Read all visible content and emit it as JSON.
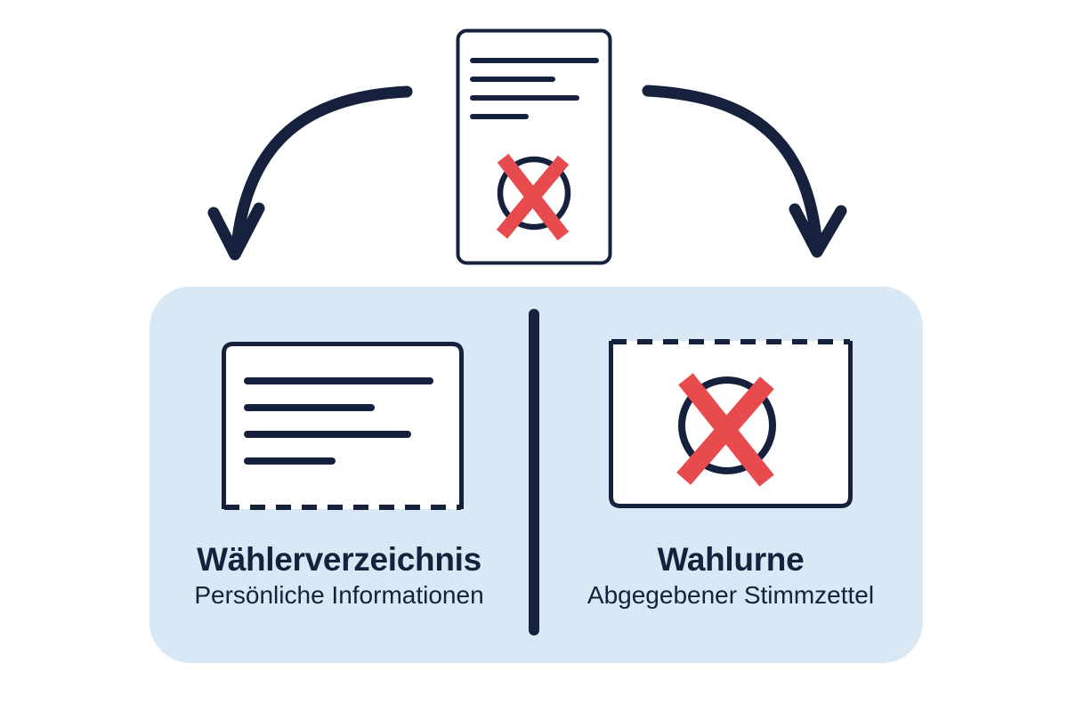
{
  "colors": {
    "navy": "#15213d",
    "panel-blue": "#d8e8f4",
    "accent-red": "#e84b4d",
    "paper": "#ffffff"
  },
  "diagram": {
    "left": {
      "title": "Wählerverzeichnis",
      "subtitle": "Persönliche Informationen"
    },
    "right": {
      "title": "Wahlurne",
      "subtitle": "Abgegebener Stimmzettel"
    }
  },
  "icons": {
    "top": "ballot-paper-with-x-icon",
    "left_arrow": "curved-arrow-down-left-icon",
    "right_arrow": "curved-arrow-down-right-icon",
    "left_card": "voter-register-card-icon",
    "right_card": "ballot-box-slot-with-x-icon",
    "x_mark": "red-cross-vote-mark-icon"
  }
}
